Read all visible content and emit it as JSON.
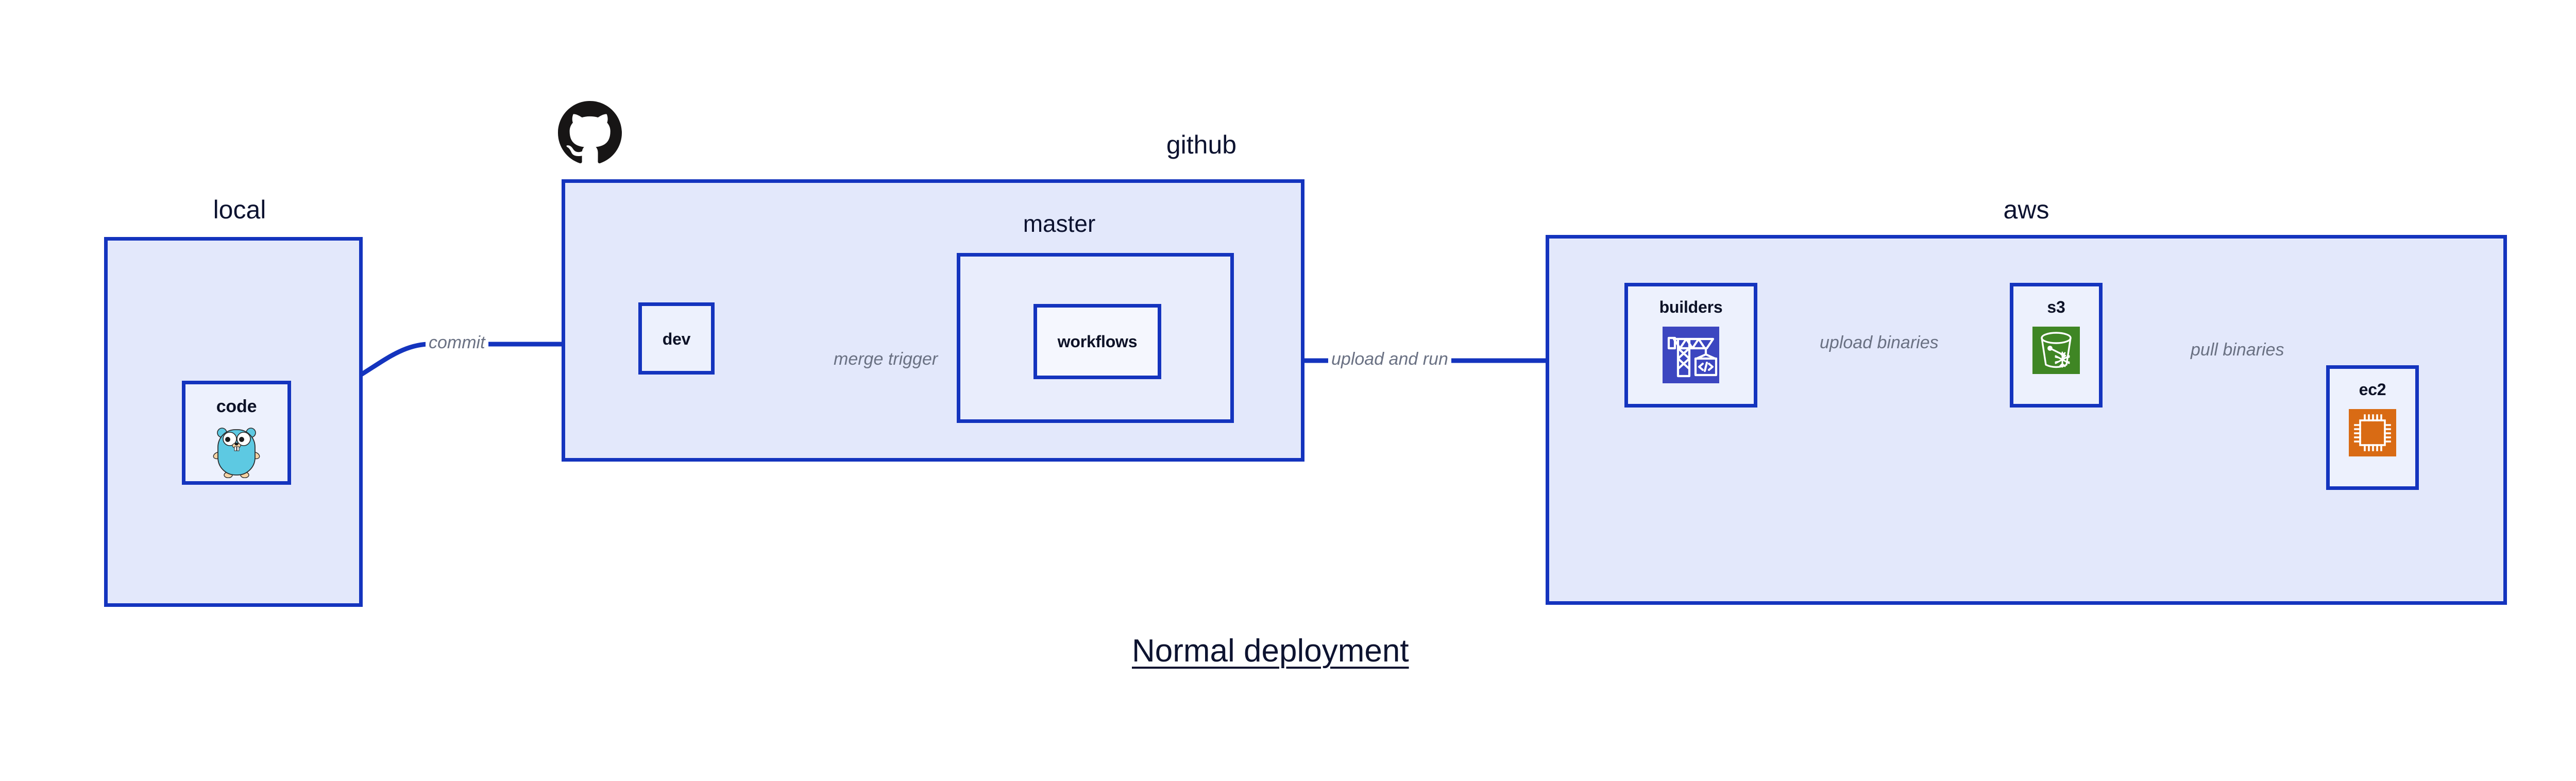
{
  "diagram": {
    "title": "Normal deployment",
    "accent_border": "#1434BE",
    "zone_fill": "#E3E8FB",
    "node_fill": "#EDF1FD",
    "label_color": "#6A7183",
    "title_color": "#0D1330"
  },
  "zones": [
    {
      "id": "local",
      "title": "local",
      "nodes": [
        {
          "id": "code",
          "label": "code",
          "icon": "go-gopher-icon"
        }
      ]
    },
    {
      "id": "github",
      "title": "github",
      "logo": "github-octocat-icon",
      "nodes": [
        {
          "id": "dev",
          "label": "dev",
          "icon": "none"
        }
      ],
      "subzones": [
        {
          "id": "master",
          "title": "master",
          "nodes": [
            {
              "id": "workflows",
              "label": "workflows",
              "icon": "none"
            }
          ]
        }
      ]
    },
    {
      "id": "aws",
      "title": "aws",
      "nodes": [
        {
          "id": "builders",
          "label": "builders",
          "icon": "crane-code-icon",
          "icon_color": "#3C46C0"
        },
        {
          "id": "s3",
          "label": "s3",
          "icon": "s3-bucket-glacier-icon",
          "icon_color": "#3F8624"
        },
        {
          "id": "ec2",
          "label": "ec2",
          "icon": "cpu-chip-icon",
          "icon_color": "#D96B14"
        }
      ]
    }
  ],
  "edges": [
    {
      "id": "commit",
      "label": "commit",
      "from": "code",
      "to": "dev"
    },
    {
      "id": "merge-trigger",
      "label": "merge trigger",
      "from": "dev",
      "to": "workflows"
    },
    {
      "id": "upload-and-run",
      "label": "upload and run",
      "from": "workflows",
      "to": "builders"
    },
    {
      "id": "upload-binaries",
      "label": "upload binaries",
      "from": "builders",
      "to": "s3"
    },
    {
      "id": "pull-binaries",
      "label": "pull binaries",
      "from": "s3",
      "to": "ec2"
    }
  ]
}
